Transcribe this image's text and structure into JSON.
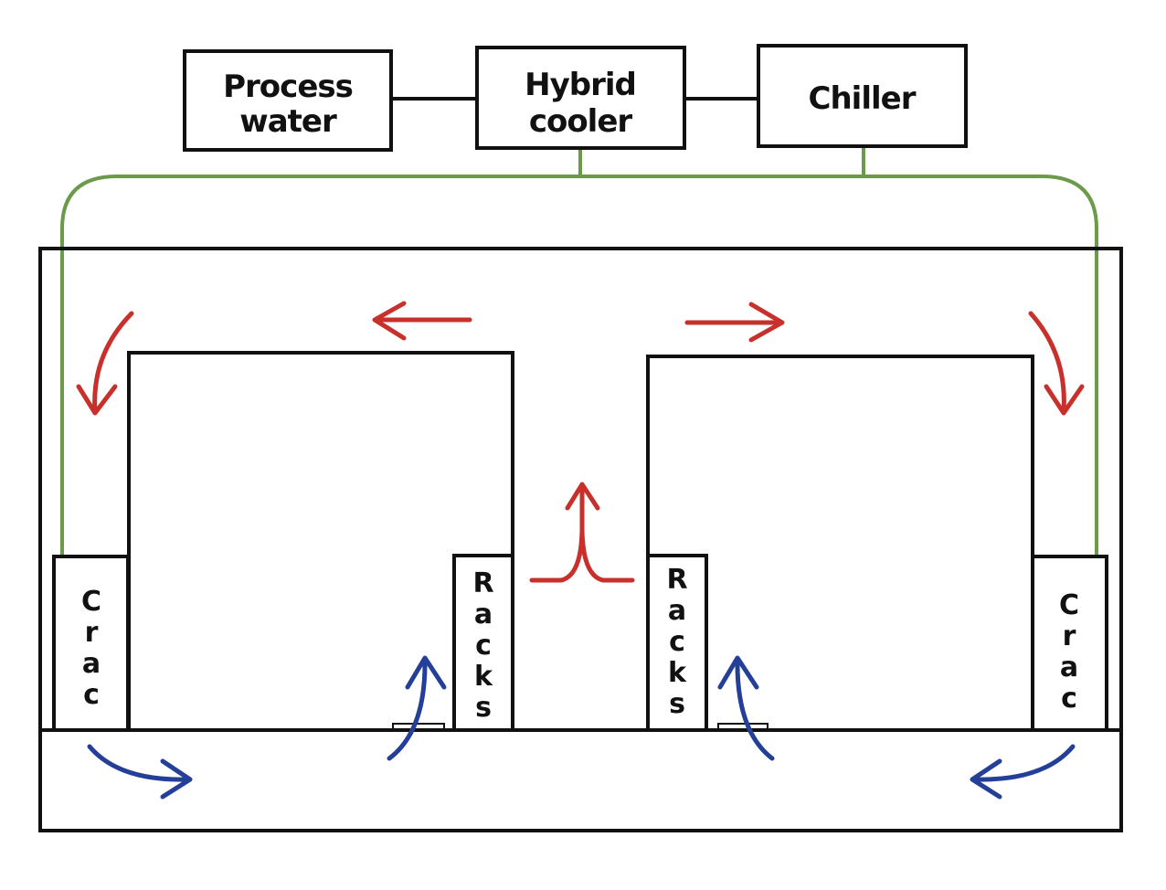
{
  "top_boxes": {
    "process_water": {
      "line1": "Process",
      "line2": "water"
    },
    "hybrid_cooler": {
      "line1": "Hybrid",
      "line2": "cooler"
    },
    "chiller": {
      "label": "Chiller"
    }
  },
  "units": {
    "crac_left": [
      "C",
      "r",
      "a",
      "c"
    ],
    "crac_right": [
      "C",
      "r",
      "a",
      "c"
    ],
    "racks_left": [
      "R",
      "a",
      "c",
      "k",
      "s"
    ],
    "racks_right": [
      "R",
      "a",
      "c",
      "k",
      "s"
    ]
  },
  "colors": {
    "outline": "#111111",
    "pipe_green": "#6a9a4a",
    "hot_air_red": "#c8302b",
    "cold_air_blue": "#243f97"
  }
}
